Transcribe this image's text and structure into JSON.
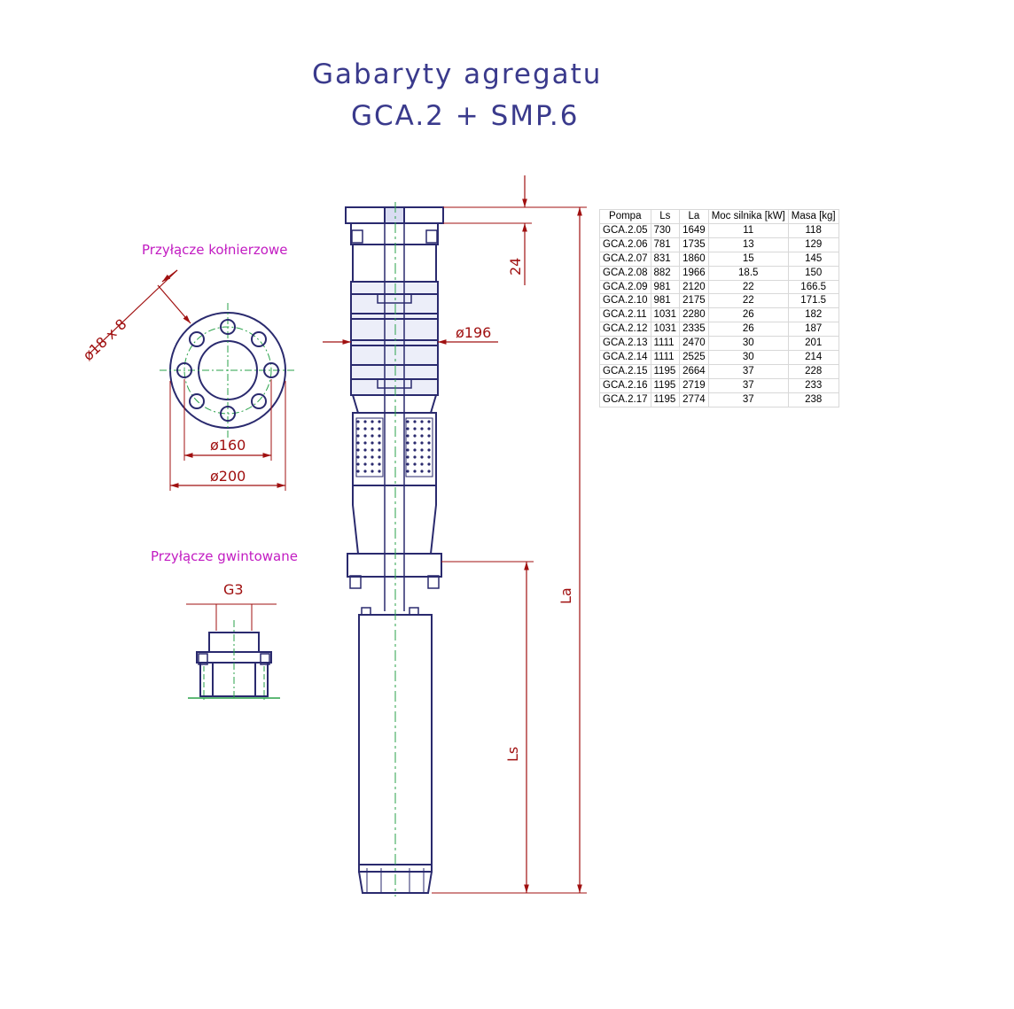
{
  "title": {
    "line1": "Gabaryty agregatu",
    "line2": "GCA.2 + SMP.6"
  },
  "labels": {
    "flange": "Przyłącze kołnierzowe",
    "threaded": "Przyłącze gwintowane"
  },
  "dimensions": {
    "holes": "ø18 x 8",
    "bolt_circle": "ø160",
    "flange_outer": "ø200",
    "thread": "G3",
    "top_offset": "24",
    "pump_diameter": "ø196",
    "la": "La",
    "ls": "Ls"
  },
  "colors": {
    "outline": "#2a2a6e",
    "centerline": "#2aa24a",
    "dimension": "#a01010",
    "label": "#c21cc2",
    "title": "#3a3a8c"
  },
  "table": {
    "headers": [
      "Pompa",
      "Ls",
      "La",
      "Moc silnika [kW]",
      "Masa [kg]"
    ],
    "rows": [
      [
        "GCA.2.05",
        "730",
        "1649",
        "11",
        "118"
      ],
      [
        "GCA.2.06",
        "781",
        "1735",
        "13",
        "129"
      ],
      [
        "GCA.2.07",
        "831",
        "1860",
        "15",
        "145"
      ],
      [
        "GCA.2.08",
        "882",
        "1966",
        "18.5",
        "150"
      ],
      [
        "GCA.2.09",
        "981",
        "2120",
        "22",
        "166.5"
      ],
      [
        "GCA.2.10",
        "981",
        "2175",
        "22",
        "171.5"
      ],
      [
        "GCA.2.11",
        "1031",
        "2280",
        "26",
        "182"
      ],
      [
        "GCA.2.12",
        "1031",
        "2335",
        "26",
        "187"
      ],
      [
        "GCA.2.13",
        "1111",
        "2470",
        "30",
        "201"
      ],
      [
        "GCA.2.14",
        "1111",
        "2525",
        "30",
        "214"
      ],
      [
        "GCA.2.15",
        "1195",
        "2664",
        "37",
        "228"
      ],
      [
        "GCA.2.16",
        "1195",
        "2719",
        "37",
        "233"
      ],
      [
        "GCA.2.17",
        "1195",
        "2774",
        "37",
        "238"
      ]
    ]
  }
}
